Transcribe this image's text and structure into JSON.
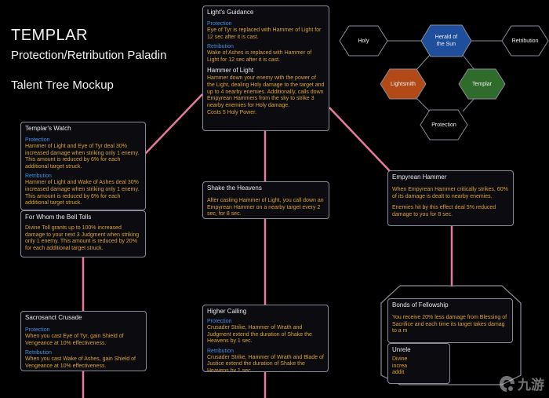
{
  "title": {
    "main": "TEMPLAR",
    "subtitle": "Protection/Retribution Paladin",
    "mock": "Talent Tree Mockup"
  },
  "hex_diagram": {
    "holy": "Holy",
    "herald": "Herald of\nthe Sun",
    "retribution": "Retribution",
    "lightsmith": "Lightsmith",
    "templar": "Templar",
    "protection": "Protection",
    "colors": {
      "herald": "#1f4f9c",
      "lightsmith": "#b14a16",
      "templar": "#2f6b2a",
      "neutral": "#000000"
    }
  },
  "line_color": "#e8789e",
  "cards": {
    "lights_guidance": {
      "title": "Light's Guidance",
      "prot_label": "Protection",
      "prot_text": "Eye of Tyr is replaced with Hammer of Light for 12 sec after it is cast.",
      "ret_label": "Retribution",
      "ret_text": "Wake of Ashes is replaced with Hammer of Light for 12 sec after it is cast.",
      "sub_title": "Hammer of Light",
      "hol_text": "Hammer down your enemy with the power of the Light, dealing Holy damage to the target and up to 4 nearby enemies. Additionally, calls down Empyrean Hammers from the sky to strike 3 nearby enemies for Holy damage.",
      "cost": "Costs 5 Holy Power."
    },
    "templars_watch": {
      "title": "Templar's Watch",
      "prot_label": "Protection",
      "prot_text": "Hammer of Light and Eye of Tyr deal 30% increased damage when striking only 1 enemy. This amount is reduced by 6% for each additional target struck.",
      "ret_label": "Retribution",
      "ret_text": "Hammer of Light and Wake of Ashes deal 30% increased damage when striking only 1 enemy. This amount is reduced by 6% for each additional target struck."
    },
    "bell_tolls": {
      "title": "For Whom the Bell Tolls",
      "text": "Divine Toll grants up to 100% increased damage to your next 3 Judgment when striking only 1 enemy. This amount is reduced by 20% for each additional target struck."
    },
    "shake_heavens": {
      "title": "Shake the Heavens",
      "text": "After casting Hammer of Light, you call down an Empyrean Hammer on a nearby target every 2 sec, for 8 sec."
    },
    "empyrean_hammer": {
      "title": "Empyrean Hammer",
      "text1": "When Empyrean Hammer critically strikes, 60% of its damage is dealt to nearby enemies.",
      "text2": "Enemies hit by this effect deal 5% reduced damage to you for 8 sec."
    },
    "sacrosanct": {
      "title": "Sacrosanct Crusade",
      "prot_label": "Protection",
      "prot_text": "When you cast Eye of Tyr, gain Shield of Vengeance at 10% effectiveness.",
      "ret_label": "Retribution",
      "ret_text": "When you cast Wake of Ashes, gain Shield of Vengeance at 10% effectiveness."
    },
    "higher_calling": {
      "title": "Higher Calling",
      "prot_label": "Protection",
      "prot_text": "Crusader Strike, Hammer of Wrath and Judgment extend the duration of Shake the Heavens by 1 sec.",
      "ret_label": "Retribution",
      "ret_text": "Crusader Strike, Hammer of Wrath and Blade of Justice extend the duration of Shake the Heavens by 1 sec."
    },
    "bonds": {
      "title": "Bonds of Fellowship",
      "text": "You receive 20% less damage from Blessing of Sacrifice and each time its target takes damag\nto a m"
    },
    "unrelenting": {
      "title": "Unrele",
      "text": "Divine\nincrea\naddit"
    }
  },
  "watermark": {
    "text": "九游"
  }
}
